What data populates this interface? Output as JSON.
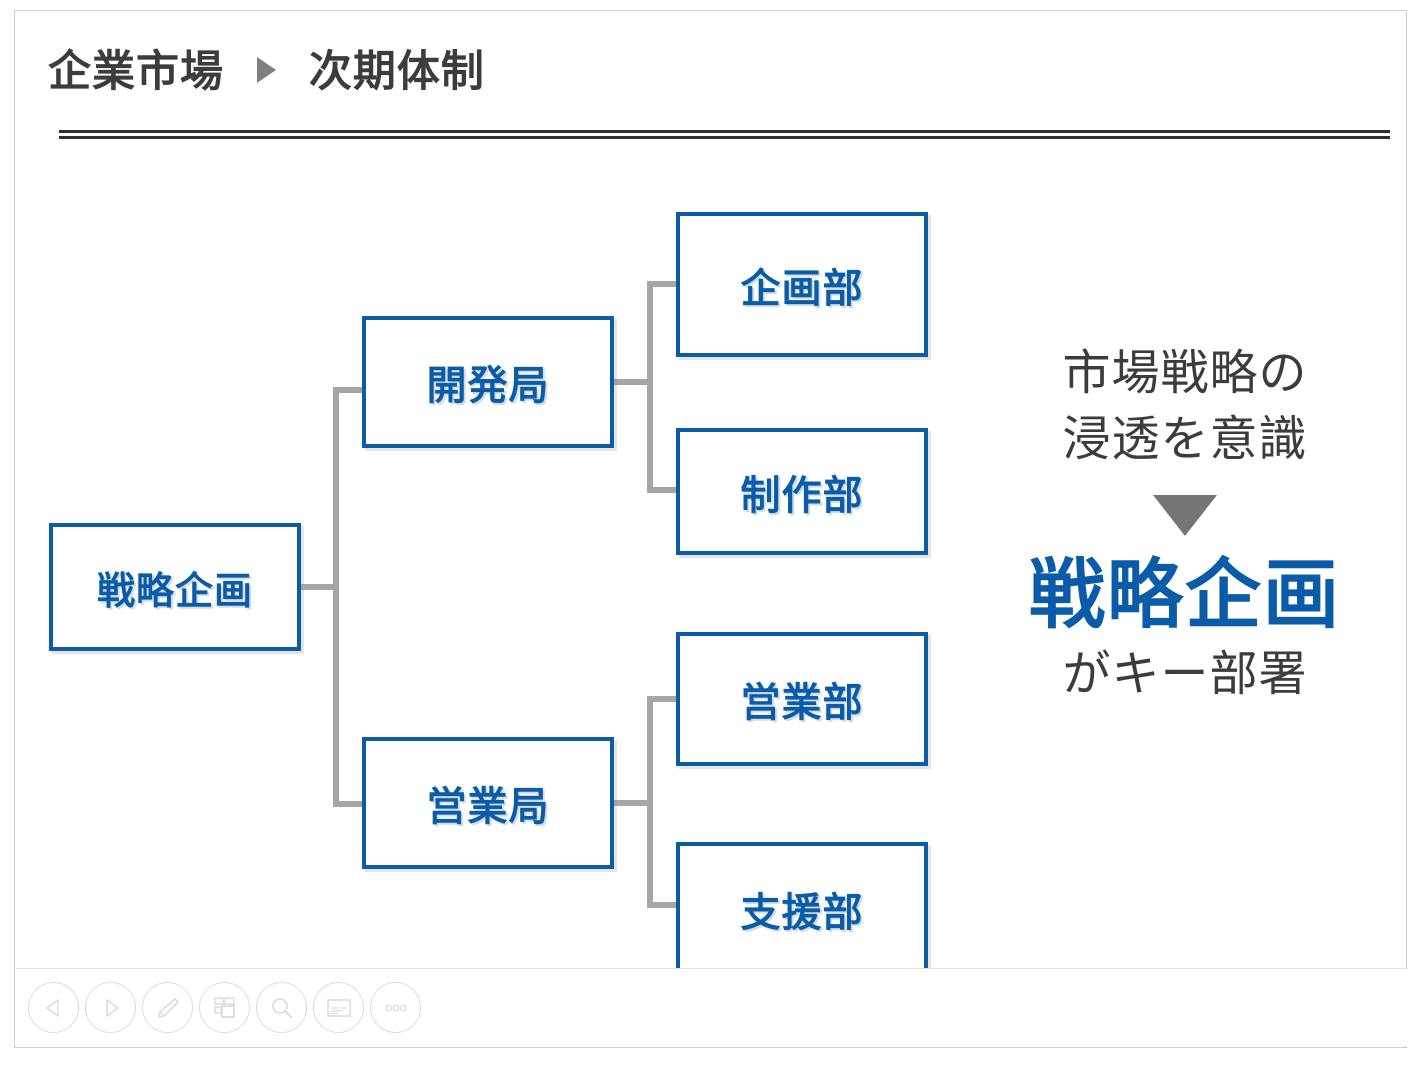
{
  "slide": {
    "header": {
      "breadcrumb_left": "企業市場",
      "arrow_icon": "triangle-right-icon",
      "breadcrumb_right": "次期体制"
    },
    "org_chart": {
      "root": {
        "label": "戦略企画"
      },
      "branches": [
        {
          "label": "開発局",
          "children": [
            {
              "label": "企画部"
            },
            {
              "label": "制作部"
            }
          ]
        },
        {
          "label": "営業局",
          "children": [
            {
              "label": "営業部"
            },
            {
              "label": "支援部"
            }
          ]
        }
      ],
      "colors": {
        "node_border": "#0b5ca8",
        "node_text": "#0b5ca8",
        "connector": "#a6a6a6",
        "node_fill": "#ffffff"
      }
    },
    "side_note": {
      "line1": "市場戦略の",
      "line2": "浸透を意識",
      "arrow_icon": "triangle-down-icon",
      "highlight": "戦略企画",
      "tail": "がキー部署",
      "colors": {
        "text": "#3c3c3c",
        "highlight": "#0b5ca8",
        "arrow": "#757575"
      }
    }
  },
  "toolbar": {
    "buttons": [
      {
        "name": "previous-slide-button",
        "icon": "triangle-left-icon"
      },
      {
        "name": "next-slide-button",
        "icon": "triangle-right-icon"
      },
      {
        "name": "pen-tool-button",
        "icon": "pen-icon"
      },
      {
        "name": "slide-overview-button",
        "icon": "grid-slides-icon"
      },
      {
        "name": "zoom-button",
        "icon": "magnifier-icon"
      },
      {
        "name": "captions-button",
        "icon": "caption-window-icon"
      },
      {
        "name": "more-options-button",
        "icon": "ellipsis-icon"
      }
    ]
  }
}
